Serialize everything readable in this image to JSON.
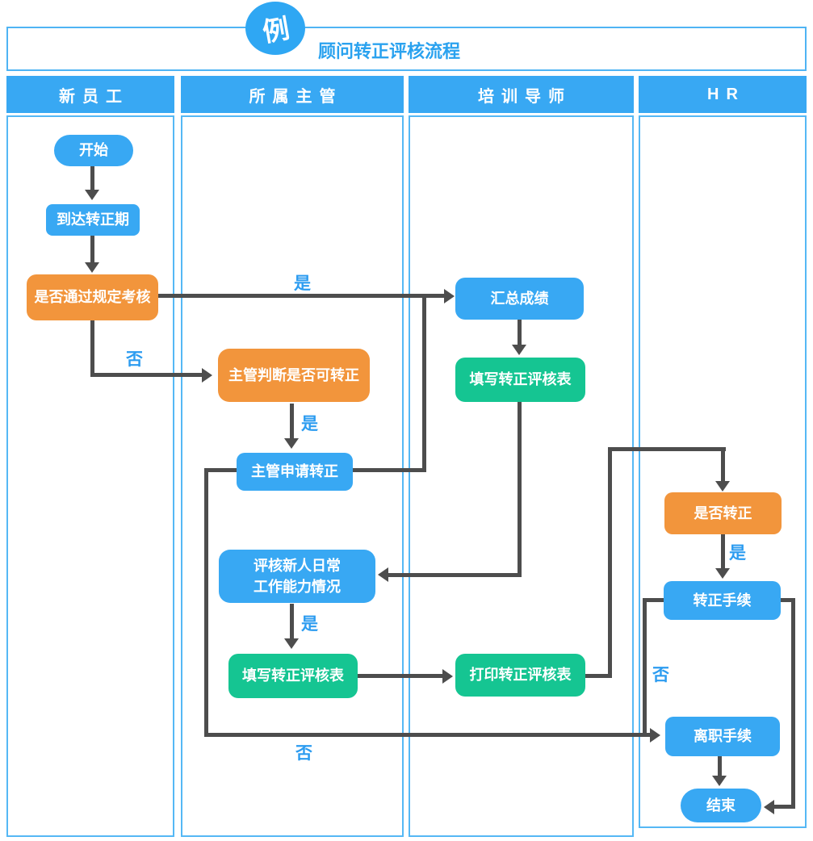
{
  "header": {
    "badge": "例",
    "title": "顾问转正评核流程"
  },
  "lanes": [
    {
      "label": "新员工"
    },
    {
      "label": "所属主管"
    },
    {
      "label": "培训导师"
    },
    {
      "label": "HR"
    }
  ],
  "nodes": {
    "start": {
      "label": "开始",
      "shape": "terminal",
      "color": "blue"
    },
    "reach_period": {
      "label": "到达转正期",
      "shape": "process",
      "color": "blue"
    },
    "pass_assessment": {
      "label": "是否通过规定考核",
      "shape": "decision",
      "color": "orange"
    },
    "supervisor_judge": {
      "label": "主管判断是否可转正",
      "shape": "decision",
      "color": "orange"
    },
    "supervisor_apply": {
      "label": "主管申请转正",
      "shape": "process",
      "color": "blue"
    },
    "evaluate_daily": {
      "line1": "评核新人日常",
      "line2": "工作能力情况",
      "shape": "process",
      "color": "blue"
    },
    "fill_form_supervisor": {
      "label": "填写转正评核表",
      "shape": "process",
      "color": "green"
    },
    "summarize_scores": {
      "label": "汇总成绩",
      "shape": "process",
      "color": "blue"
    },
    "fill_form_mentor": {
      "label": "填写转正评核表",
      "shape": "process",
      "color": "green"
    },
    "print_form": {
      "label": "打印转正评核表",
      "shape": "process",
      "color": "green"
    },
    "is_regularized": {
      "label": "是否转正",
      "shape": "decision",
      "color": "orange"
    },
    "regularization_procedure": {
      "label": "转正手续",
      "shape": "process",
      "color": "blue"
    },
    "resignation_procedure": {
      "label": "离职手续",
      "shape": "process",
      "color": "blue"
    },
    "end": {
      "label": "结束",
      "shape": "terminal",
      "color": "blue"
    }
  },
  "edge_labels": {
    "pass_yes": "是",
    "pass_no": "否",
    "judge_yes": "是",
    "evaluate_yes": "是",
    "regularize_yes": "是",
    "regularize_no": "否",
    "apply_no": "否"
  },
  "edges": [
    {
      "from": "start",
      "to": "reach_period",
      "label": ""
    },
    {
      "from": "reach_period",
      "to": "pass_assessment",
      "label": ""
    },
    {
      "from": "pass_assessment",
      "to": "summarize_scores",
      "label": "是"
    },
    {
      "from": "pass_assessment",
      "to": "supervisor_judge",
      "label": "否"
    },
    {
      "from": "supervisor_judge",
      "to": "supervisor_apply",
      "label": "是"
    },
    {
      "from": "supervisor_apply",
      "to": "summarize_scores",
      "label": ""
    },
    {
      "from": "summarize_scores",
      "to": "fill_form_mentor",
      "label": ""
    },
    {
      "from": "fill_form_mentor",
      "to": "evaluate_daily",
      "label": ""
    },
    {
      "from": "evaluate_daily",
      "to": "fill_form_supervisor",
      "label": "是"
    },
    {
      "from": "fill_form_supervisor",
      "to": "print_form",
      "label": ""
    },
    {
      "from": "print_form",
      "to": "is_regularized",
      "label": ""
    },
    {
      "from": "is_regularized",
      "to": "regularization_procedure",
      "label": "是"
    },
    {
      "from": "regularization_procedure",
      "to": "resignation_procedure",
      "label": "否"
    },
    {
      "from": "supervisor_apply",
      "to": "resignation_procedure",
      "label": "否"
    },
    {
      "from": "resignation_procedure",
      "to": "end",
      "label": ""
    },
    {
      "from": "regularization_procedure",
      "to": "end",
      "label": ""
    }
  ],
  "colors": {
    "blue": "#38a8f3",
    "orange": "#f2953c",
    "green": "#15c592",
    "connector": "#4d4d4d",
    "edge_label_blue": "#2c9cf0",
    "lane_border": "#55b8f5",
    "title_blue": "#2aa2ef"
  }
}
